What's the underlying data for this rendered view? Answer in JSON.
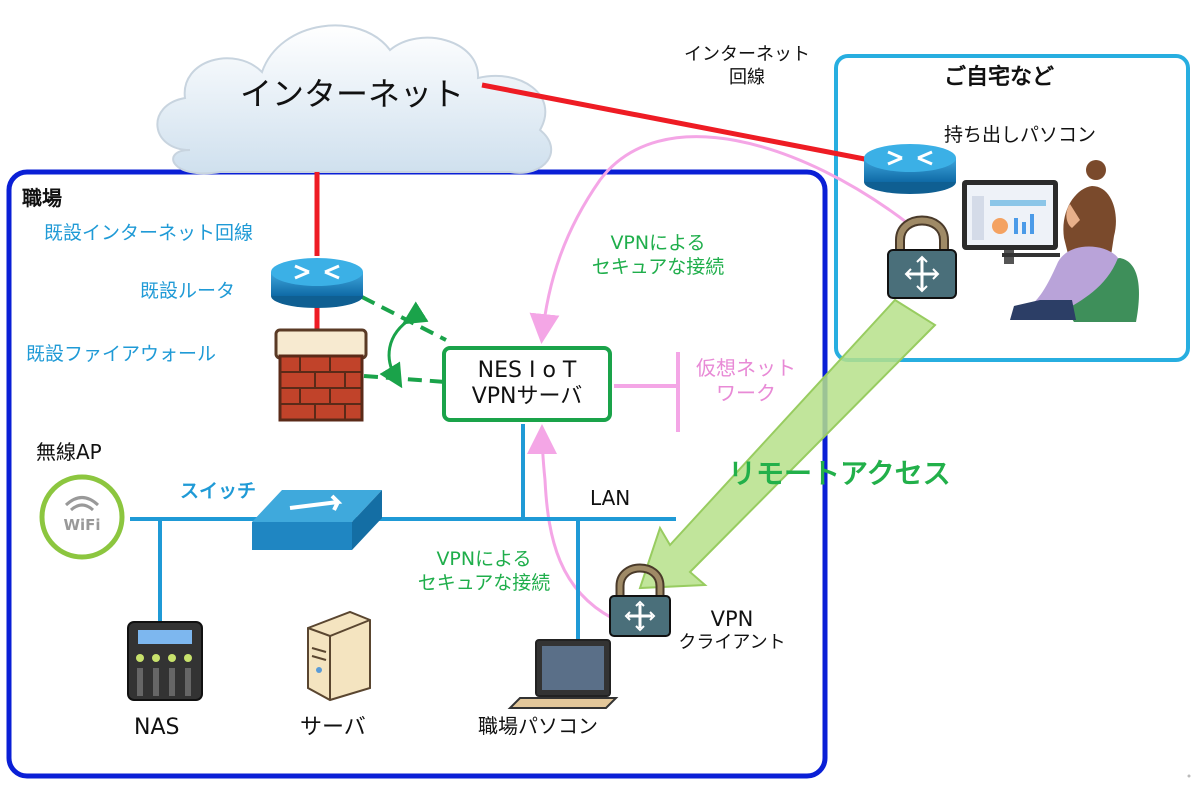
{
  "cloud_label": "インターネット",
  "internet_line_label": [
    "インターネット",
    "回線"
  ],
  "home": {
    "title": "ご自宅など",
    "pc_label": "持ち出しパソコン"
  },
  "office": {
    "title": "職場",
    "existing_line": "既設インターネット回線",
    "existing_router": "既設ルータ",
    "existing_firewall": "既設ファイアウォール",
    "wireless_ap": "無線AP",
    "wifi_badge": "WiFi",
    "switch": "スイッチ",
    "lan": "LAN",
    "nas": "NAS",
    "server": "サーバ",
    "office_pc": "職場パソコン"
  },
  "vpn_server": [
    "NES I o T",
    "VPNサーバ"
  ],
  "virtual_network": [
    "仮想ネット",
    "ワーク"
  ],
  "vpn_secure_top": [
    "VPNによる",
    "セキュアな接続"
  ],
  "vpn_secure_bottom": [
    "VPNによる",
    "セキュアな接続"
  ],
  "remote_access": "リモートアクセス",
  "vpn_client": [
    "VPN",
    "クライアント"
  ],
  "colors": {
    "office_border": "#0a1fd6",
    "home_border": "#27aee0",
    "internet_line": "#ee1c24",
    "lan_line": "#1f9ad6",
    "vpn_tunnel": "#f4a6e6",
    "vpn_box": "#1aa34a",
    "remote_arrow": "#b6e08a"
  }
}
